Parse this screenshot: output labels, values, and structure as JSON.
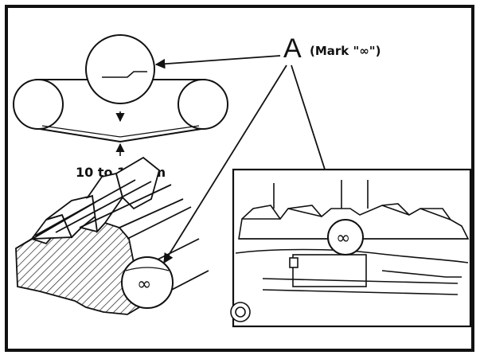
{
  "callout": {
    "letter": "A",
    "mark_text": "(Mark \"∞\")"
  },
  "dimension": {
    "text": "10 to 15 mm"
  },
  "marks": {
    "symbol": "∞"
  }
}
